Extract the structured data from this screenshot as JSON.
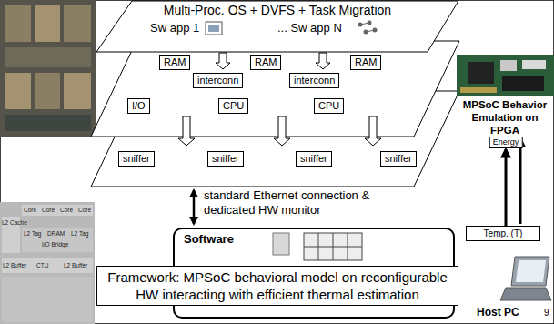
{
  "diagram": {
    "nodes": [
      {
        "text": [
          "Multi-Proc. OS + DVFS + Task Migration",
          "Sw app 1",
          "... Sw app N"
        ]
      },
      {
        "text": [
          "RAM"
        ]
      },
      {
        "text": [
          "interconn"
        ]
      },
      {
        "text": [
          "RAM"
        ]
      },
      {
        "text": [
          "interconn"
        ]
      },
      {
        "text": [
          "RAM"
        ]
      },
      {
        "text": [
          "I/O"
        ]
      },
      {
        "text": [
          "CPU"
        ]
      },
      {
        "text": [
          "CPU"
        ]
      },
      {
        "text": [
          "sniffer"
        ]
      },
      {
        "text": [
          "sniffer"
        ]
      },
      {
        "text": [
          "sniffer"
        ]
      },
      {
        "text": [
          "sniffer"
        ]
      },
      {
        "text": [
          "Energy"
        ]
      },
      {
        "text": [
          "Temp. (T)"
        ]
      },
      {
        "text": [
          "Software"
        ]
      },
      {
        "text": [
          "Framework: MPSoC behavioral model on reconfigurable HW interacting with efficient thermal estimation"
        ]
      }
    ],
    "edges": [
      {
        "from": 14,
        "to": 13,
        "arrow": "to"
      }
    ],
    "labels": [
      "MPSoC Behavior Emulation on FPGA",
      "standard Ethernet connection & dedicated HW monitor",
      "Host PC",
      "9",
      "L2 Cache",
      "Core",
      "Core",
      "Core",
      "Core",
      "L2 Tag",
      "DRAM",
      "L2 Tag",
      "I/O Bridge",
      "L2 Buffer",
      "CTU",
      "L2 Buffer"
    ]
  }
}
